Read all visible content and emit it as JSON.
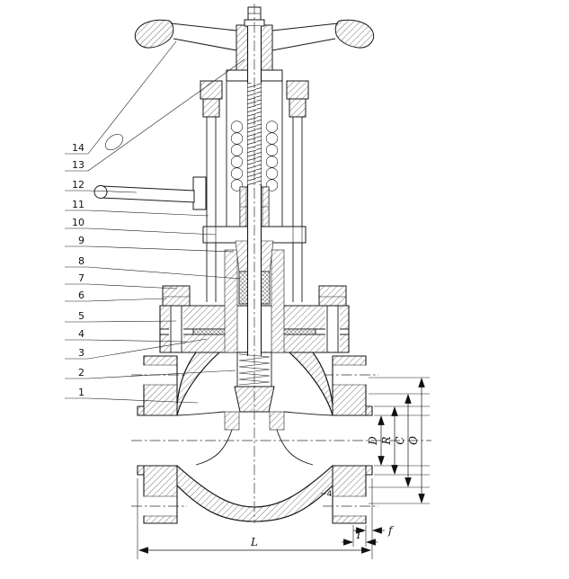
{
  "parts": [
    {
      "num": "1"
    },
    {
      "num": "2"
    },
    {
      "num": "3"
    },
    {
      "num": "4"
    },
    {
      "num": "5"
    },
    {
      "num": "6"
    },
    {
      "num": "7"
    },
    {
      "num": "8"
    },
    {
      "num": "9"
    },
    {
      "num": "10"
    },
    {
      "num": "11"
    },
    {
      "num": "12"
    },
    {
      "num": "13"
    },
    {
      "num": "14"
    }
  ],
  "dimensions": {
    "D": "D",
    "R": "R",
    "C": "C",
    "O": "O",
    "L": "L",
    "f": "f",
    "T": "T",
    "note": "~4"
  }
}
